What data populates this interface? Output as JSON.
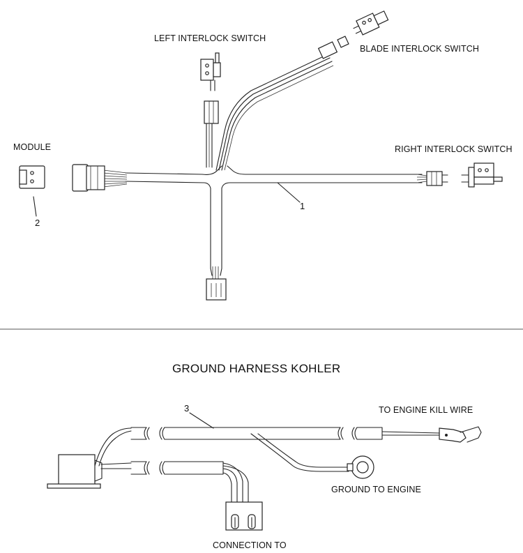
{
  "labels": {
    "left_interlock_switch": "LEFT INTERLOCK SWITCH",
    "blade_interlock_switch": "BLADE INTERLOCK SWITCH",
    "module": "MODULE",
    "right_interlock_switch": "RIGHT INTERLOCK SWITCH",
    "to_engine_kill_wire": "TO ENGINE KILL WIRE",
    "ground_to_engine": "GROUND TO ENGINE",
    "connection_to": "CONNECTION TO"
  },
  "callouts": {
    "harness": "1",
    "module": "2",
    "ground_harness": "3"
  },
  "sections": {
    "ground_harness_title": "GROUND HARNESS KOHLER"
  }
}
